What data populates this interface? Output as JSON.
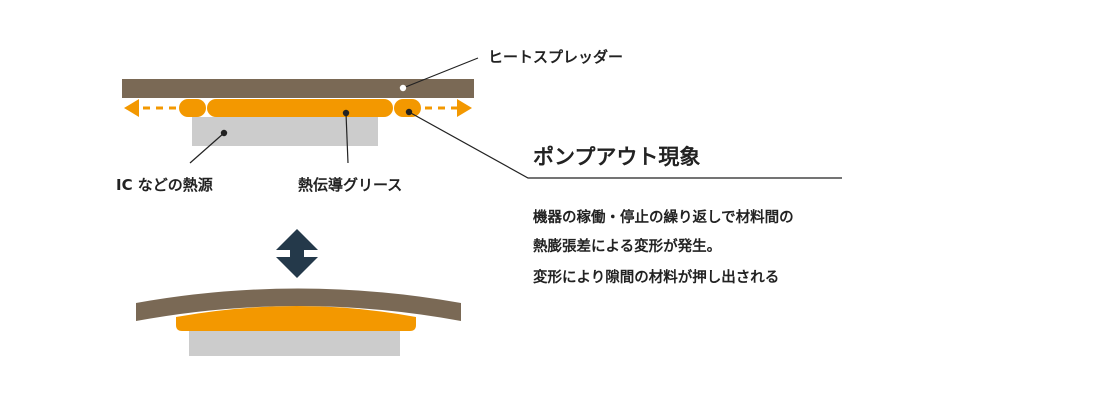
{
  "labels": {
    "heat_spreader": "ヒートスプレッダー",
    "heat_source": "IC などの熱源",
    "grease": "熱伝導グリース",
    "pump_out_title": "ポンプアウト現象"
  },
  "description": {
    "line1": "機器の稼働・停止の繰り返しで材料間の",
    "line2": "熱膨張差による変形が発生。",
    "line3": "変形により隙間の材料が押し出される"
  },
  "colors": {
    "spreader": "#7a6955",
    "grease": "#f39800",
    "chip": "#cccccc",
    "arrow": "#24394a",
    "accent_text": "#1a8d96",
    "text": "#222222"
  },
  "icons": {
    "transition": "double-vertical-arrow-icon",
    "flow": "dashed-arrow-icon"
  }
}
